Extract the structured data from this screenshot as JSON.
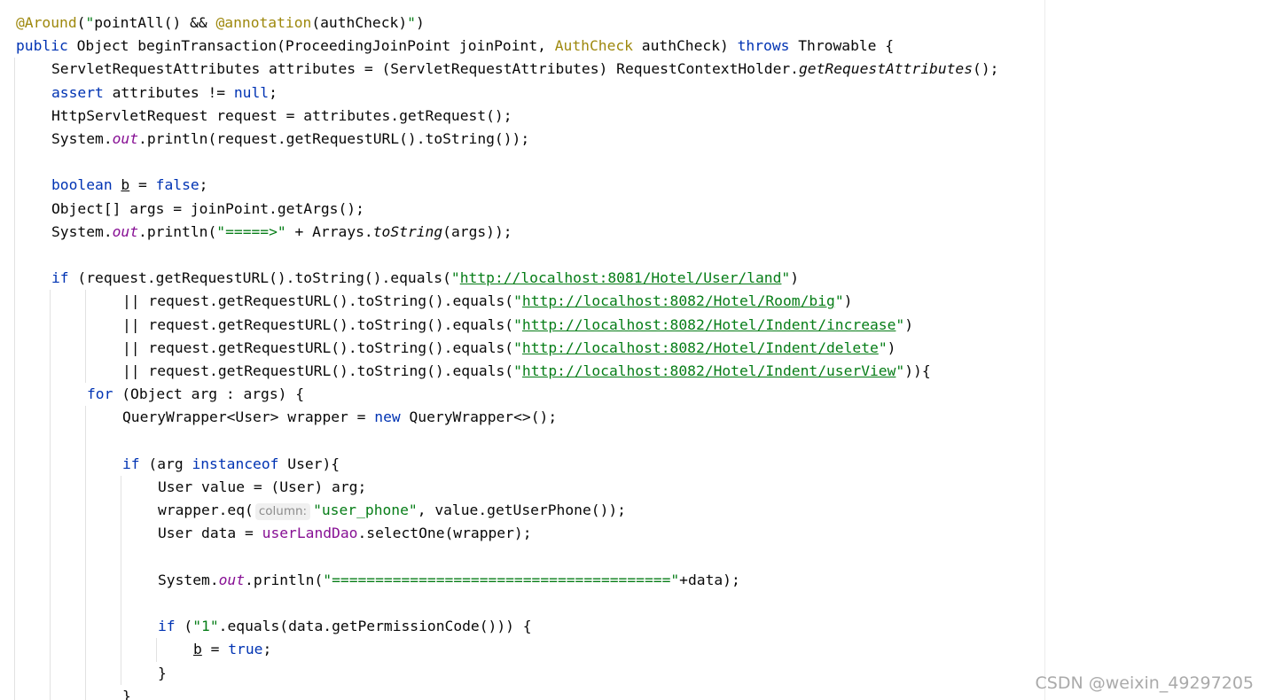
{
  "watermark": "CSDN @weixin_49297205",
  "colors": {
    "keyword": "#0033b3",
    "string": "#067d17",
    "annotation": "#9e880d",
    "field": "#871094",
    "text": "#080808",
    "hint_text": "#8c8c8c",
    "hint_bg": "#f0f0f0"
  },
  "code_lines": [
    {
      "indent": 0,
      "tokens": [
        {
          "t": "ann",
          "v": "@Around"
        },
        {
          "t": "plain",
          "v": "("
        },
        {
          "t": "str",
          "v": "\""
        },
        {
          "t": "plain",
          "v": "pointAll() && "
        },
        {
          "t": "ann",
          "v": "@annotation"
        },
        {
          "t": "plain",
          "v": "(authCheck)"
        },
        {
          "t": "str",
          "v": "\""
        },
        {
          "t": "plain",
          "v": ")"
        }
      ]
    },
    {
      "indent": 0,
      "tokens": [
        {
          "t": "kw",
          "v": "public "
        },
        {
          "t": "plain",
          "v": "Object beginTransaction(ProceedingJoinPoint joinPoint, "
        },
        {
          "t": "ann",
          "v": "AuthCheck"
        },
        {
          "t": "plain",
          "v": " authCheck) "
        },
        {
          "t": "kw",
          "v": "throws "
        },
        {
          "t": "plain",
          "v": "Throwable {"
        }
      ]
    },
    {
      "indent": 1,
      "tokens": [
        {
          "t": "plain",
          "v": "ServletRequestAttributes attributes = (ServletRequestAttributes) RequestContextHolder."
        },
        {
          "t": "it",
          "v": "getRequestAttributes"
        },
        {
          "t": "plain",
          "v": "();"
        }
      ]
    },
    {
      "indent": 1,
      "tokens": [
        {
          "t": "kw",
          "v": "assert "
        },
        {
          "t": "plain",
          "v": "attributes != "
        },
        {
          "t": "kw",
          "v": "null"
        },
        {
          "t": "plain",
          "v": ";"
        }
      ]
    },
    {
      "indent": 1,
      "tokens": [
        {
          "t": "plain",
          "v": "HttpServletRequest request = attributes.getRequest();"
        }
      ]
    },
    {
      "indent": 1,
      "tokens": [
        {
          "t": "plain",
          "v": "System."
        },
        {
          "t": "sf",
          "v": "out"
        },
        {
          "t": "plain",
          "v": ".println(request.getRequestURL().toString());"
        }
      ]
    },
    {
      "indent": 0,
      "tokens": []
    },
    {
      "indent": 1,
      "tokens": [
        {
          "t": "kw",
          "v": "boolean "
        },
        {
          "t": "uv",
          "v": "b"
        },
        {
          "t": "plain",
          "v": " = "
        },
        {
          "t": "kw",
          "v": "false"
        },
        {
          "t": "plain",
          "v": ";"
        }
      ]
    },
    {
      "indent": 1,
      "tokens": [
        {
          "t": "plain",
          "v": "Object[] args = joinPoint.getArgs();"
        }
      ]
    },
    {
      "indent": 1,
      "tokens": [
        {
          "t": "plain",
          "v": "System."
        },
        {
          "t": "sf",
          "v": "out"
        },
        {
          "t": "plain",
          "v": ".println("
        },
        {
          "t": "str",
          "v": "\"=====>\""
        },
        {
          "t": "plain",
          "v": " + Arrays."
        },
        {
          "t": "it",
          "v": "toString"
        },
        {
          "t": "plain",
          "v": "(args));"
        }
      ]
    },
    {
      "indent": 0,
      "tokens": []
    },
    {
      "indent": 1,
      "tokens": [
        {
          "t": "kw",
          "v": "if "
        },
        {
          "t": "plain",
          "v": "(request.getRequestURL().toString().equals("
        },
        {
          "t": "str",
          "v": "\""
        },
        {
          "t": "url",
          "v": "http://localhost:8081/Hotel/User/land"
        },
        {
          "t": "str",
          "v": "\""
        },
        {
          "t": "plain",
          "v": ")"
        }
      ]
    },
    {
      "indent": 3,
      "tokens": [
        {
          "t": "plain",
          "v": "|| request.getRequestURL().toString().equals("
        },
        {
          "t": "str",
          "v": "\""
        },
        {
          "t": "url",
          "v": "http://localhost:8082/Hotel/Room/big"
        },
        {
          "t": "str",
          "v": "\""
        },
        {
          "t": "plain",
          "v": ")"
        }
      ]
    },
    {
      "indent": 3,
      "tokens": [
        {
          "t": "plain",
          "v": "|| request.getRequestURL().toString().equals("
        },
        {
          "t": "str",
          "v": "\""
        },
        {
          "t": "url",
          "v": "http://localhost:8082/Hotel/Indent/increase"
        },
        {
          "t": "str",
          "v": "\""
        },
        {
          "t": "plain",
          "v": ")"
        }
      ]
    },
    {
      "indent": 3,
      "tokens": [
        {
          "t": "plain",
          "v": "|| request.getRequestURL().toString().equals("
        },
        {
          "t": "str",
          "v": "\""
        },
        {
          "t": "url",
          "v": "http://localhost:8082/Hotel/Indent/delete"
        },
        {
          "t": "str",
          "v": "\""
        },
        {
          "t": "plain",
          "v": ")"
        }
      ]
    },
    {
      "indent": 3,
      "tokens": [
        {
          "t": "plain",
          "v": "|| request.getRequestURL().toString().equals("
        },
        {
          "t": "str",
          "v": "\""
        },
        {
          "t": "url",
          "v": "http://localhost:8082/Hotel/Indent/userView"
        },
        {
          "t": "str",
          "v": "\""
        },
        {
          "t": "plain",
          "v": ")){"
        }
      ]
    },
    {
      "indent": 2,
      "tokens": [
        {
          "t": "kw",
          "v": "for "
        },
        {
          "t": "plain",
          "v": "(Object arg : args) {"
        }
      ]
    },
    {
      "indent": 3,
      "tokens": [
        {
          "t": "plain",
          "v": "QueryWrapper<User> wrapper = "
        },
        {
          "t": "kw",
          "v": "new "
        },
        {
          "t": "plain",
          "v": "QueryWrapper<>();"
        }
      ]
    },
    {
      "indent": 0,
      "tokens": []
    },
    {
      "indent": 3,
      "tokens": [
        {
          "t": "kw",
          "v": "if "
        },
        {
          "t": "plain",
          "v": "(arg "
        },
        {
          "t": "kw",
          "v": "instanceof "
        },
        {
          "t": "plain",
          "v": "User){"
        }
      ]
    },
    {
      "indent": 4,
      "tokens": [
        {
          "t": "plain",
          "v": "User value = (User) arg;"
        }
      ]
    },
    {
      "indent": 4,
      "tokens": [
        {
          "t": "plain",
          "v": "wrapper.eq("
        },
        {
          "t": "hint",
          "v": "column:"
        },
        {
          "t": "str",
          "v": "\"user_phone\""
        },
        {
          "t": "plain",
          "v": ", value.getUserPhone());"
        }
      ]
    },
    {
      "indent": 4,
      "tokens": [
        {
          "t": "plain",
          "v": "User data = "
        },
        {
          "t": "fld",
          "v": "userLandDao"
        },
        {
          "t": "plain",
          "v": ".selectOne(wrapper);"
        }
      ]
    },
    {
      "indent": 0,
      "tokens": []
    },
    {
      "indent": 4,
      "tokens": [
        {
          "t": "plain",
          "v": "System."
        },
        {
          "t": "sf",
          "v": "out"
        },
        {
          "t": "plain",
          "v": ".println("
        },
        {
          "t": "str",
          "v": "\"=======================================\""
        },
        {
          "t": "plain",
          "v": "+data);"
        }
      ]
    },
    {
      "indent": 0,
      "tokens": []
    },
    {
      "indent": 4,
      "tokens": [
        {
          "t": "kw",
          "v": "if "
        },
        {
          "t": "plain",
          "v": "("
        },
        {
          "t": "str",
          "v": "\"1\""
        },
        {
          "t": "plain",
          "v": ".equals(data.getPermissionCode())) {"
        }
      ]
    },
    {
      "indent": 5,
      "tokens": [
        {
          "t": "uv",
          "v": "b"
        },
        {
          "t": "plain",
          "v": " = "
        },
        {
          "t": "kw",
          "v": "true"
        },
        {
          "t": "plain",
          "v": ";"
        }
      ]
    },
    {
      "indent": 4,
      "tokens": [
        {
          "t": "plain",
          "v": "}"
        }
      ]
    },
    {
      "indent": 3,
      "tokens": [
        {
          "t": "plain",
          "v": "}"
        }
      ]
    }
  ]
}
